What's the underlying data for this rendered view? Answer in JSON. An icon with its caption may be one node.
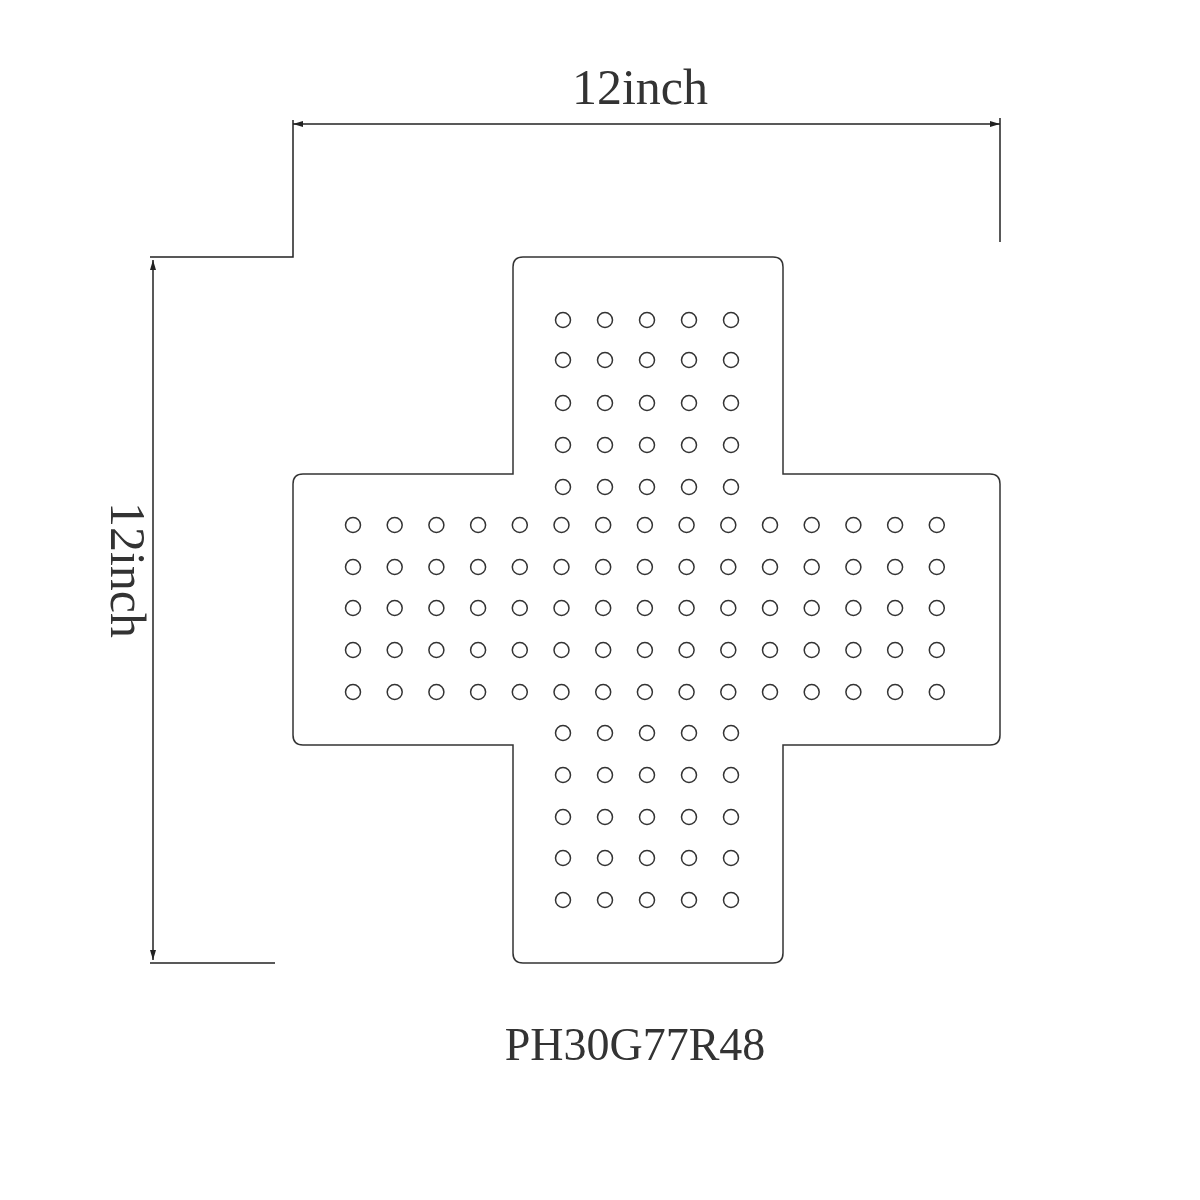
{
  "diagram": {
    "labels": [
      "12inch",
      "12inch",
      "PH30G77R48"
    ]
  }
}
